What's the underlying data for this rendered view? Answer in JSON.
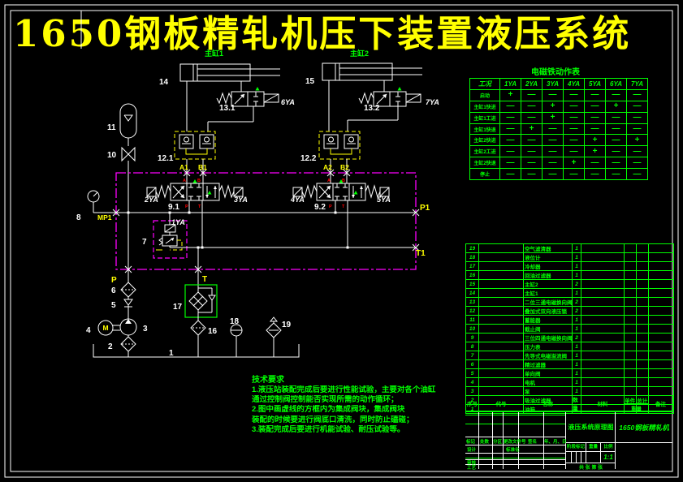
{
  "title": "1650钢板精轧机压下装置液压系统",
  "colors": {
    "background": "#000000",
    "line_white": "#ffffff",
    "table_green": "#00ff00",
    "label_yellow": "#ffff00",
    "boundary_magenta": "#ff00ff",
    "port_red": "#ff0000"
  },
  "solenoid_table": {
    "title": "电磁铁动作表",
    "col_header": "工况",
    "columns": [
      "1YA",
      "2YA",
      "3YA",
      "4YA",
      "5YA",
      "6YA",
      "7YA"
    ],
    "rows": [
      {
        "label": "启动",
        "values": [
          "+",
          "—",
          "—",
          "—",
          "—",
          "—",
          "—"
        ]
      },
      {
        "label": "主缸1快进",
        "values": [
          "—",
          "—",
          "+",
          "—",
          "—",
          "+",
          "—"
        ]
      },
      {
        "label": "主缸1工进",
        "values": [
          "—",
          "—",
          "+",
          "—",
          "—",
          "—",
          "—"
        ]
      },
      {
        "label": "主缸1快退",
        "values": [
          "—",
          "+",
          "—",
          "—",
          "—",
          "—",
          "—"
        ]
      },
      {
        "label": "主缸2快进",
        "values": [
          "—",
          "—",
          "—",
          "—",
          "+",
          "—",
          "+"
        ]
      },
      {
        "label": "主缸2工进",
        "values": [
          "—",
          "—",
          "—",
          "—",
          "+",
          "—",
          "—"
        ]
      },
      {
        "label": "主缸2快退",
        "values": [
          "—",
          "—",
          "—",
          "+",
          "—",
          "—",
          "—"
        ]
      },
      {
        "label": "停止",
        "values": [
          "—",
          "—",
          "—",
          "—",
          "—",
          "—",
          "—"
        ]
      }
    ]
  },
  "bom": {
    "headers": {
      "no": "序号",
      "code": "代号",
      "name": "名称",
      "qty": "数量",
      "material": "材料",
      "unit": "单件",
      "total": "总计",
      "weight": "重量",
      "remark": "备注"
    },
    "items": [
      {
        "no": "19",
        "code": "",
        "name": "空气滤清器",
        "qty": "1",
        "material": "",
        "unit": "",
        "total": "",
        "remark": ""
      },
      {
        "no": "18",
        "code": "",
        "name": "液位计",
        "qty": "1",
        "material": "",
        "unit": "",
        "total": "",
        "remark": ""
      },
      {
        "no": "17",
        "code": "",
        "name": "冷却器",
        "qty": "1",
        "material": "",
        "unit": "",
        "total": "",
        "remark": ""
      },
      {
        "no": "16",
        "code": "",
        "name": "回油过滤器",
        "qty": "1",
        "material": "",
        "unit": "",
        "total": "",
        "remark": ""
      },
      {
        "no": "15",
        "code": "",
        "name": "主缸2",
        "qty": "2",
        "material": "",
        "unit": "",
        "total": "",
        "remark": ""
      },
      {
        "no": "14",
        "code": "",
        "name": "主缸1",
        "qty": "1",
        "material": "",
        "unit": "",
        "total": "",
        "remark": ""
      },
      {
        "no": "13",
        "code": "",
        "name": "二位三通电磁换向阀",
        "qty": "2",
        "material": "",
        "unit": "",
        "total": "",
        "remark": ""
      },
      {
        "no": "12",
        "code": "",
        "name": "叠加式双向液压锁",
        "qty": "2",
        "material": "",
        "unit": "",
        "total": "",
        "remark": ""
      },
      {
        "no": "11",
        "code": "",
        "name": "蓄能器",
        "qty": "1",
        "material": "",
        "unit": "",
        "total": "",
        "remark": ""
      },
      {
        "no": "10",
        "code": "",
        "name": "截止阀",
        "qty": "1",
        "material": "",
        "unit": "",
        "total": "",
        "remark": ""
      },
      {
        "no": "9",
        "code": "",
        "name": "三位四通电磁换向阀",
        "qty": "2",
        "material": "",
        "unit": "",
        "total": "",
        "remark": ""
      },
      {
        "no": "8",
        "code": "",
        "name": "压力表",
        "qty": "1",
        "material": "",
        "unit": "",
        "total": "",
        "remark": ""
      },
      {
        "no": "7",
        "code": "",
        "name": "先导式电磁溢流阀",
        "qty": "1",
        "material": "",
        "unit": "",
        "total": "",
        "remark": ""
      },
      {
        "no": "6",
        "code": "",
        "name": "精过滤器",
        "qty": "1",
        "material": "",
        "unit": "",
        "total": "",
        "remark": ""
      },
      {
        "no": "5",
        "code": "",
        "name": "单向阀",
        "qty": "1",
        "material": "",
        "unit": "",
        "total": "",
        "remark": ""
      },
      {
        "no": "4",
        "code": "",
        "name": "电机",
        "qty": "1",
        "material": "",
        "unit": "",
        "total": "",
        "remark": ""
      },
      {
        "no": "3",
        "code": "",
        "name": "泵",
        "qty": "1",
        "material": "",
        "unit": "",
        "total": "",
        "remark": ""
      },
      {
        "no": "2",
        "code": "",
        "name": "吸油过滤器",
        "qty": "1",
        "material": "",
        "unit": "",
        "total": "",
        "remark": ""
      },
      {
        "no": "1",
        "code": "",
        "name": "油箱",
        "qty": "1",
        "material": "",
        "unit": "",
        "total": "",
        "remark": ""
      }
    ]
  },
  "title_block": {
    "drawing_title": "液压系统原理图",
    "part_name": "1650钢板精轧机",
    "rev_mark": "标记",
    "rev_count": "处数",
    "rev_zone": "分区",
    "rev_file": "更改文件号",
    "rev_sign": "签名",
    "rev_date": "年、月、日",
    "design": "设计",
    "standardization": "标准化",
    "check": "审核",
    "process": "工艺",
    "stage_mark": "阶段标记",
    "weight": "重量",
    "scale": "比例",
    "scale_value": "1:1",
    "sheet_info": "共 张 第 张"
  },
  "tech": {
    "title": "技术要求",
    "lines": [
      "1.液压站装配完成后要进行性能试验，主要对各个油缸",
      "通过控制阀控制能否实现所需的动作循环；",
      "2.图中画虚线的方框内为集成阀块，集成阀块",
      "装配的时候要进行阀底口清洗，同时防止磕碰；",
      "3.装配完成后要进行机能试验、耐压试验等。"
    ]
  },
  "schematic": {
    "labels": {
      "cyl1": "主缸1",
      "cyl2": "主缸2",
      "n14": "14",
      "n15": "15",
      "v131": "13.1",
      "v132": "13.2",
      "ya6": "6YA",
      "ya7": "7YA",
      "l121": "12.1",
      "l122": "12.2",
      "a1": "A1",
      "b1": "B1",
      "a2": "A2",
      "b2": "B2",
      "n11": "11",
      "n10": "10",
      "v91": "9.1",
      "v92": "9.2",
      "ya2": "2YA",
      "ya3": "3YA",
      "ya4": "4YA",
      "ya5": "5YA",
      "ya1": "1YA",
      "n7": "7",
      "n8": "8",
      "mp1": "MP1",
      "p1": "P1",
      "t1": "T1",
      "p": "P",
      "t": "T",
      "n6": "6",
      "n5": "5",
      "n4": "4",
      "n3": "3",
      "n2": "2",
      "n1": "1",
      "n17": "17",
      "n16": "16",
      "n18": "18",
      "n19": "19",
      "m": "M",
      "portA": "A",
      "portB": "B",
      "portP": "P",
      "portT": "T"
    }
  }
}
